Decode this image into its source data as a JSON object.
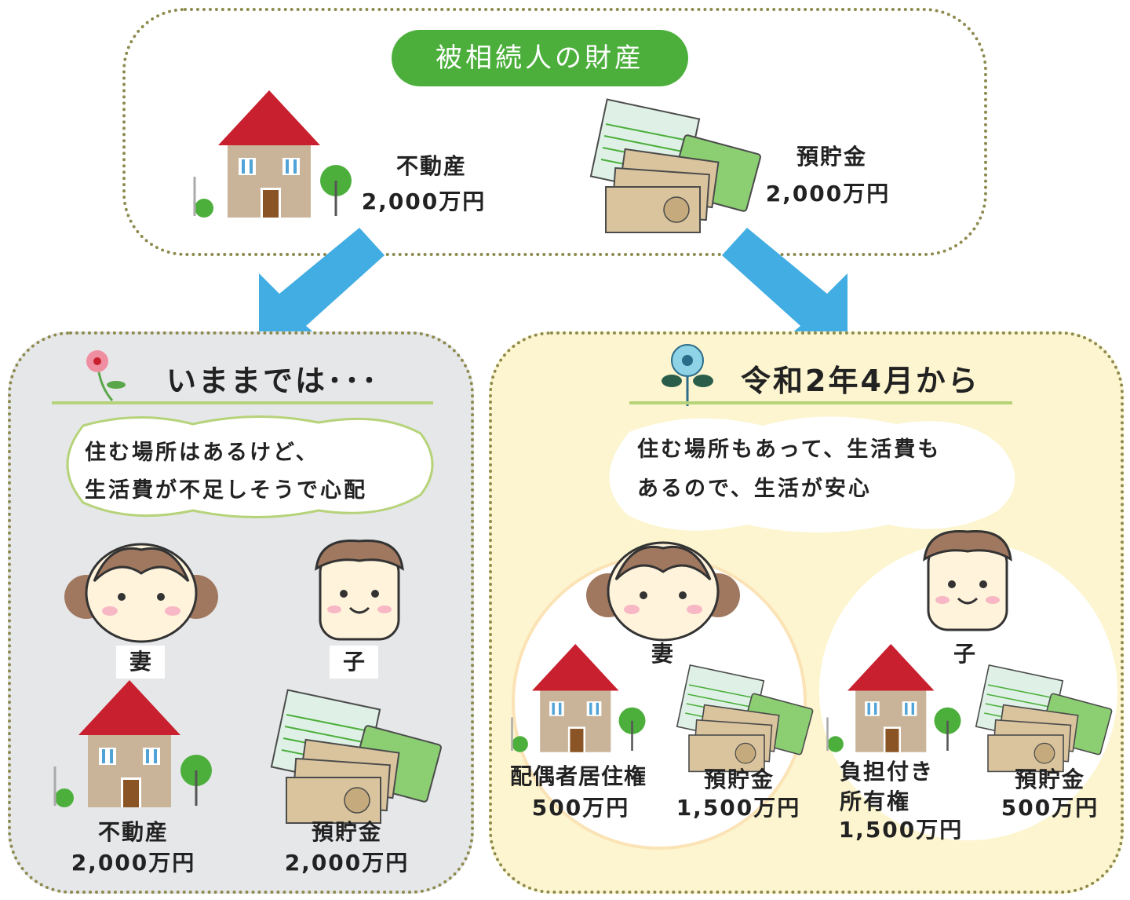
{
  "top": {
    "title": "被相続人の財産",
    "real_estate": {
      "name": "不動産",
      "amount": "2,000万円"
    },
    "savings": {
      "name": "預貯金",
      "amount": "2,000万円"
    }
  },
  "before": {
    "heading": "いままでは･･･",
    "thought_line1": "住む場所はあるけど、",
    "thought_line2": "生活費が不足しそうで心配",
    "spouse_label": "妻",
    "child_label": "子",
    "spouse_asset": {
      "name": "不動産",
      "amount": "2,000万円"
    },
    "child_asset": {
      "name": "預貯金",
      "amount": "2,000万円"
    }
  },
  "after": {
    "heading": "令和2年4月から",
    "thought_line1": "住む場所もあって、生活費も",
    "thought_line2": "あるので、生活が安心",
    "spouse_label": "妻",
    "child_label": "子",
    "spouse_home": {
      "name": "配偶者居住権",
      "amount": "500万円"
    },
    "spouse_savings": {
      "name": "預貯金",
      "amount": "1,500万円"
    },
    "child_home": {
      "line1": "負担付き",
      "line2": "所有権",
      "amount": "1,500万円"
    },
    "child_savings": {
      "name": "預貯金",
      "amount": "500万円"
    }
  },
  "colors": {
    "green": "#4caf3c",
    "arrow": "#42ade2",
    "roof": "#c8202f",
    "wall": "#c9b49a",
    "dotted": "#8d8a4e"
  },
  "icons": [
    "house-icon",
    "bankbook-money-icon",
    "face-icon",
    "flower-icon",
    "arrow-icon"
  ]
}
